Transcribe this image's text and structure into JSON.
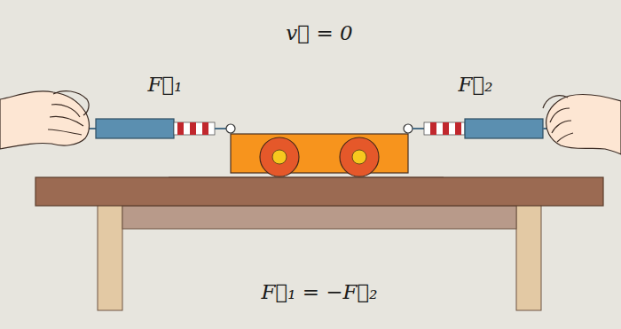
{
  "diagram": {
    "labels": [
      "v⃗ = 0",
      "F⃗₁",
      "F⃗₂",
      "F⃗₁ = −F⃗₂"
    ]
  }
}
